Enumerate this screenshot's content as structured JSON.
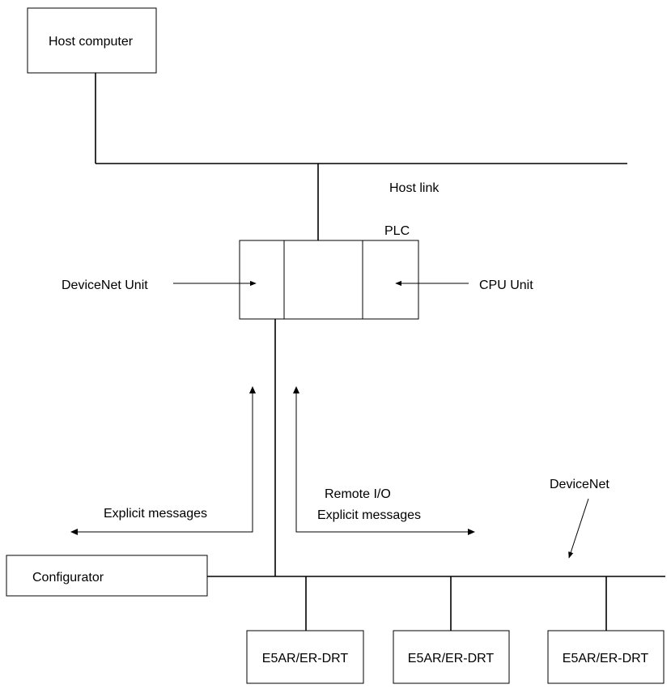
{
  "nodes": {
    "host_computer": "Host computer",
    "plc": "PLC",
    "devicenet_unit": "DeviceNet Unit",
    "cpu_unit": "CPU Unit",
    "configurator": "Configurator",
    "slave_1": "E5AR/ER-DRT",
    "slave_2": "E5AR/ER-DRT",
    "slave_3": "E5AR/ER-DRT"
  },
  "labels": {
    "host_link": "Host link",
    "devicenet": "DeviceNet",
    "remote_io": "Remote I/O",
    "explicit_messages_left": "Explicit messages",
    "explicit_messages_right": "Explicit messages"
  },
  "colors": {
    "line": "#000000",
    "background": "#ffffff"
  }
}
